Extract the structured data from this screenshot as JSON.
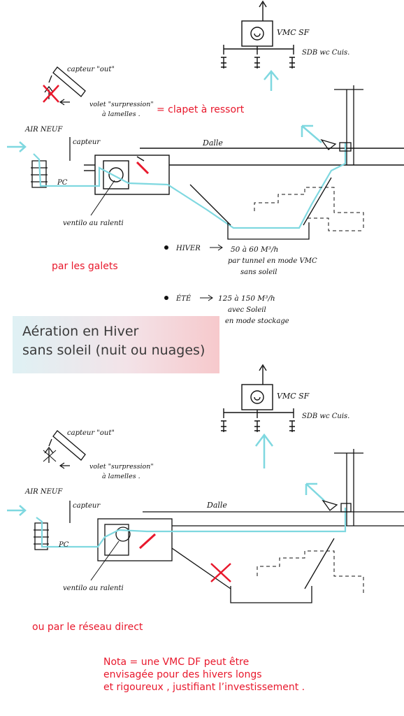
{
  "colors": {
    "duct_flow": "#7fd8e0",
    "accent_red": "#e8182c",
    "ink": "#111111"
  },
  "diagram1": {
    "vmc_label": "VMC SF",
    "sdb_label": "SDB wc Cuis.",
    "capteur_out": "capteur \"out\"",
    "volet_l1": "volet \"surpression\"",
    "volet_l2": "à lamelles .",
    "clapet_note": "= clapet à ressort",
    "air_neuf": "AIR NEUF",
    "capteur": "capteur",
    "pc": "PC",
    "dalle": "Dalle",
    "ventilo": "ventilo au ralenti",
    "hiver_label": "HIVER",
    "hiver_l1": "50 à 60 M³/h",
    "hiver_l2": "par tunnel en mode VMC",
    "hiver_l3": "sans soleil",
    "ete_label": "ÉTÉ",
    "ete_l1": "125 à 150 M³/h",
    "ete_l2": "avec Soleil",
    "ete_l3": "en mode stockage",
    "galets_note": "par les galets"
  },
  "banner": {
    "line1": "Aération  en Hiver",
    "line2": "sans soleil (nuit ou nuages)"
  },
  "diagram2": {
    "vmc_label": "VMC SF",
    "sdb_label": "SDB wc Cuis.",
    "capteur_out": "capteur \"out\"",
    "volet_l1": "volet \"surpression\"",
    "volet_l2": "à lamelles .",
    "air_neuf": "AIR NEUF",
    "capteur": "capteur",
    "pc": "PC",
    "dalle": "Dalle",
    "ventilo": "ventilo au ralenti",
    "reseau_note": "ou par le réseau direct"
  },
  "nota": {
    "line1": "Nota = une VMC DF  peut être",
    "line2": "envisagée  pour des hivers longs",
    "line3": "et rigoureux , justifiant l’investissement ."
  }
}
